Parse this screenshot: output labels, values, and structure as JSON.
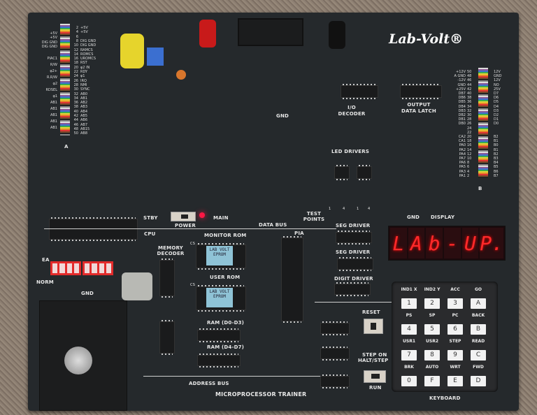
{
  "brand": {
    "logo": "Lab-Volt®"
  },
  "connector_a": {
    "label": "A",
    "left_signals": [
      "+5V",
      "+5V",
      "DIG GND",
      "DIG GND",
      "PIAC1",
      "R/W",
      "φ2+",
      "R.R/W",
      "φ2",
      "RDSEL",
      "φ1",
      "AB1",
      "AB1",
      "AB1",
      "AB1",
      "AB1"
    ],
    "pins": [
      {
        "num": "2",
        "signal": "+5V"
      },
      {
        "num": "4",
        "signal": "+5V"
      },
      {
        "num": "6",
        "signal": ""
      },
      {
        "num": "8",
        "signal": "DIG GND"
      },
      {
        "num": "10",
        "signal": "DIG GND"
      },
      {
        "num": "12",
        "signal": "RAMCS"
      },
      {
        "num": "14",
        "signal": "ROMCS"
      },
      {
        "num": "16",
        "signal": "UROMCS"
      },
      {
        "num": "18",
        "signal": "RST"
      },
      {
        "num": "20",
        "signal": "φ2 IN"
      },
      {
        "num": "22",
        "signal": "RDY"
      },
      {
        "num": "24",
        "signal": "φ1"
      },
      {
        "num": "26",
        "signal": "IRQ"
      },
      {
        "num": "28",
        "signal": "NMI"
      },
      {
        "num": "30",
        "signal": "SYNC"
      },
      {
        "num": "32",
        "signal": "AB0"
      },
      {
        "num": "34",
        "signal": "AB1"
      },
      {
        "num": "36",
        "signal": "AB2"
      },
      {
        "num": "38",
        "signal": "AB3"
      },
      {
        "num": "40",
        "signal": "AB4"
      },
      {
        "num": "42",
        "signal": "AB5"
      },
      {
        "num": "44",
        "signal": "AB6"
      },
      {
        "num": "46",
        "signal": "AB7"
      },
      {
        "num": "48",
        "signal": "AB15"
      },
      {
        "num": "50",
        "signal": "AB8"
      }
    ]
  },
  "connector_b": {
    "label": "B",
    "pins": [
      {
        "signal": "+12V",
        "num": "50",
        "right": "12V"
      },
      {
        "signal": "A GND",
        "num": "48",
        "right": "GND"
      },
      {
        "signal": "-12V",
        "num": "46",
        "right": "12V"
      },
      {
        "signal": "GND",
        "num": "44",
        "right": "NO"
      },
      {
        "signal": "+25V",
        "num": "42",
        "right": "25V"
      },
      {
        "signal": "DB7",
        "num": "40",
        "right": "D7"
      },
      {
        "signal": "DB6",
        "num": "38",
        "right": "D6"
      },
      {
        "signal": "DB5",
        "num": "36",
        "right": "D5"
      },
      {
        "signal": "DB4",
        "num": "34",
        "right": "D4"
      },
      {
        "signal": "DB3",
        "num": "32",
        "right": "D3"
      },
      {
        "signal": "DB2",
        "num": "30",
        "right": "D2"
      },
      {
        "signal": "DB1",
        "num": "28",
        "right": "D1"
      },
      {
        "signal": "DB0",
        "num": "26",
        "right": "D0"
      },
      {
        "signal": "",
        "num": "24",
        "right": ""
      },
      {
        "signal": "",
        "num": "22",
        "right": ""
      },
      {
        "signal": "CA2",
        "num": "20",
        "right": "B2"
      },
      {
        "signal": "CA1",
        "num": "18",
        "right": "B1"
      },
      {
        "signal": "PA0",
        "num": "16",
        "right": "B0"
      },
      {
        "signal": "PA2",
        "num": "14",
        "right": "B1"
      },
      {
        "signal": "PA4",
        "num": "12",
        "right": "B2"
      },
      {
        "signal": "PA7",
        "num": "10",
        "right": "B3"
      },
      {
        "signal": "PA6",
        "num": "8",
        "right": "B4"
      },
      {
        "signal": "PA5",
        "num": "6",
        "right": "B5"
      },
      {
        "signal": "PA3",
        "num": "4",
        "right": "B6"
      },
      {
        "signal": "PA1",
        "num": "2",
        "right": "B7"
      }
    ]
  },
  "labels": {
    "gnd_top": "GND",
    "io_decoder": "I/O DECODER",
    "output_data_latch": "OUTPUT DATA LATCH",
    "led_drivers": "LED DRIVERS",
    "test_points": "TEST POINTS",
    "tp_1a": "1",
    "tp_4a": "4",
    "tp_1b": "1",
    "tp_4b": "4",
    "gnd_display": "GND",
    "display": "DISPLAY",
    "stby": "STBY",
    "main": "MAIN",
    "power": "POWER",
    "cpu": "CPU",
    "data_bus": "DATA BUS",
    "pia": "PIA",
    "monitor_rom": "MONITOR ROM",
    "memory_decoder": "MEMORY DECODER",
    "user_rom": "USER ROM",
    "seg_driver_1": "SEG DRIVER",
    "seg_driver_2": "SEG DRIVER",
    "digit_driver": "DIGIT DRIVER",
    "ram_low": "RAM (D0-D3)",
    "ram_high": "RAM (D4-D7)",
    "address_bus": "ADDRESS BUS",
    "title": "MICROPROCESSOR TRAINER",
    "reset": "RESET",
    "step_on": "STEP ON",
    "halt_step": "HALT/STEP",
    "run": "RUN",
    "keyboard": "KEYBOARD",
    "ea": "EA",
    "norm": "NORM",
    "gnd_dip": "GND",
    "cs_1": "CS",
    "cs_2": "CS"
  },
  "eprom_labels": {
    "monitor": "LAB VOLT EPROM",
    "user": "LAB VOLT EPROM"
  },
  "display_digits": [
    "L",
    "A",
    "b",
    "-",
    "U",
    "P."
  ],
  "keypad": [
    {
      "top": "IND1 X",
      "key": "1"
    },
    {
      "top": "IND2 Y",
      "key": "2"
    },
    {
      "top": "ACC",
      "key": "3"
    },
    {
      "top": "GO",
      "key": "A"
    },
    {
      "top": "PS",
      "key": "4"
    },
    {
      "top": "SP",
      "key": "5"
    },
    {
      "top": "PC",
      "key": "6"
    },
    {
      "top": "BACK",
      "key": "B"
    },
    {
      "top": "USR1",
      "key": "7"
    },
    {
      "top": "USR2",
      "key": "8"
    },
    {
      "top": "STEP",
      "key": "9"
    },
    {
      "top": "READ",
      "key": "C"
    },
    {
      "top": "BRK",
      "key": "0"
    },
    {
      "top": "AUTO",
      "key": "F"
    },
    {
      "top": "WRT",
      "key": "E"
    },
    {
      "top": "FWD",
      "key": "D"
    }
  ],
  "colors": {
    "board": "#25292c",
    "led_display": "#ff2a2a",
    "eprom_window": "#8fc3d6",
    "dip_switch": "#e32b2b",
    "power_led": "#ff1744"
  }
}
